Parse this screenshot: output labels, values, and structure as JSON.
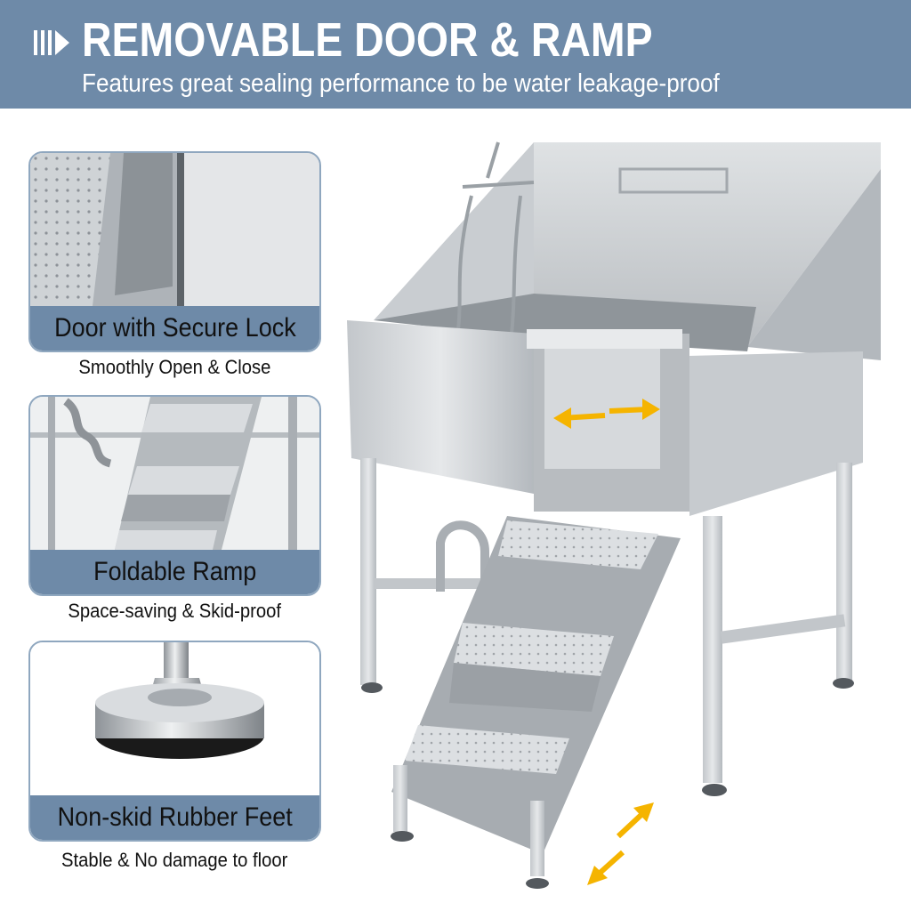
{
  "banner": {
    "title": "REMOVABLE DOOR & RAMP",
    "subtitle": "Features great sealing performance to be water leakage-proof",
    "icon": "chevron-right-icon"
  },
  "features": [
    {
      "label": "Door with Secure Lock",
      "caption": "Smoothly Open & Close",
      "image": "tub-door-closeup"
    },
    {
      "label": "Foldable Ramp",
      "caption": "Space-saving & Skid-proof",
      "image": "folded-ramp-closeup"
    },
    {
      "label": "Non-skid Rubber Feet",
      "caption": "Stable & No damage to floor",
      "image": "rubber-foot-closeup"
    }
  ],
  "product": {
    "image": "stainless-steel-dog-grooming-tub-with-ramp",
    "arrows": [
      "double-arrow-icon",
      "double-arrow-icon"
    ]
  },
  "colors": {
    "accent": "#6e8aa8",
    "border": "#8fa7bf",
    "arrow": "#f5b400",
    "steel": "#c9cdd1"
  }
}
